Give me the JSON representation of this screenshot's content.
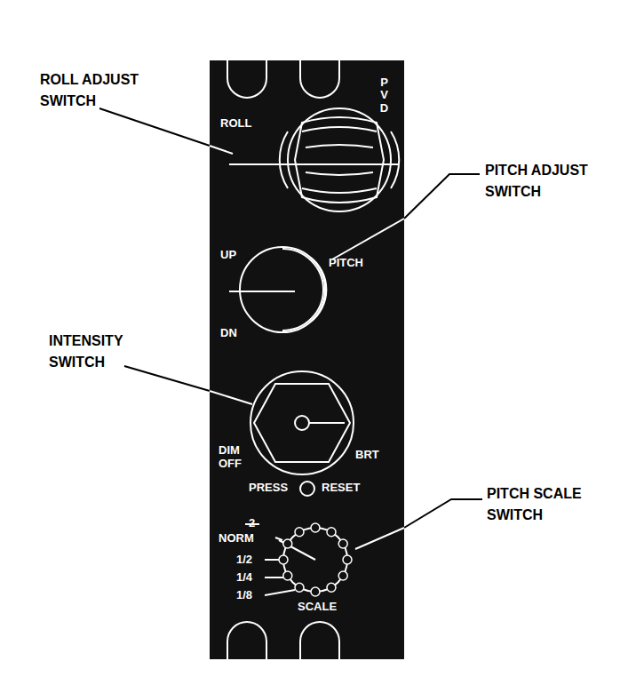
{
  "diagram": {
    "nodes": [
      {
        "text": [
          "ROLL",
          "PVD",
          "UP",
          "PITCH",
          "DN",
          "DIM OFF",
          "BRT",
          "PRESS",
          "RESET",
          "2",
          "NORM",
          "1/2",
          "1/4",
          "1/8",
          "SCALE"
        ]
      }
    ],
    "labels": [
      "ROLL ADJUST SWITCH",
      "PITCH ADJUST SWITCH",
      "INTENSITY SWITCH",
      "PITCH SCALE SWITCH"
    ]
  }
}
